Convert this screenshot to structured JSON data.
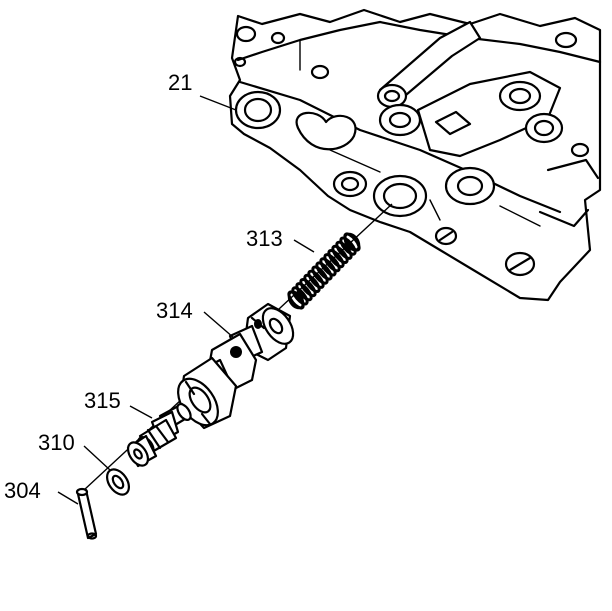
{
  "callouts": {
    "valve_body": "21",
    "spring": "313",
    "valve": "314",
    "plunger": "315",
    "washer": "310",
    "pin": "304"
  },
  "colors": {
    "ink": "#000000",
    "paper": "#ffffff"
  }
}
